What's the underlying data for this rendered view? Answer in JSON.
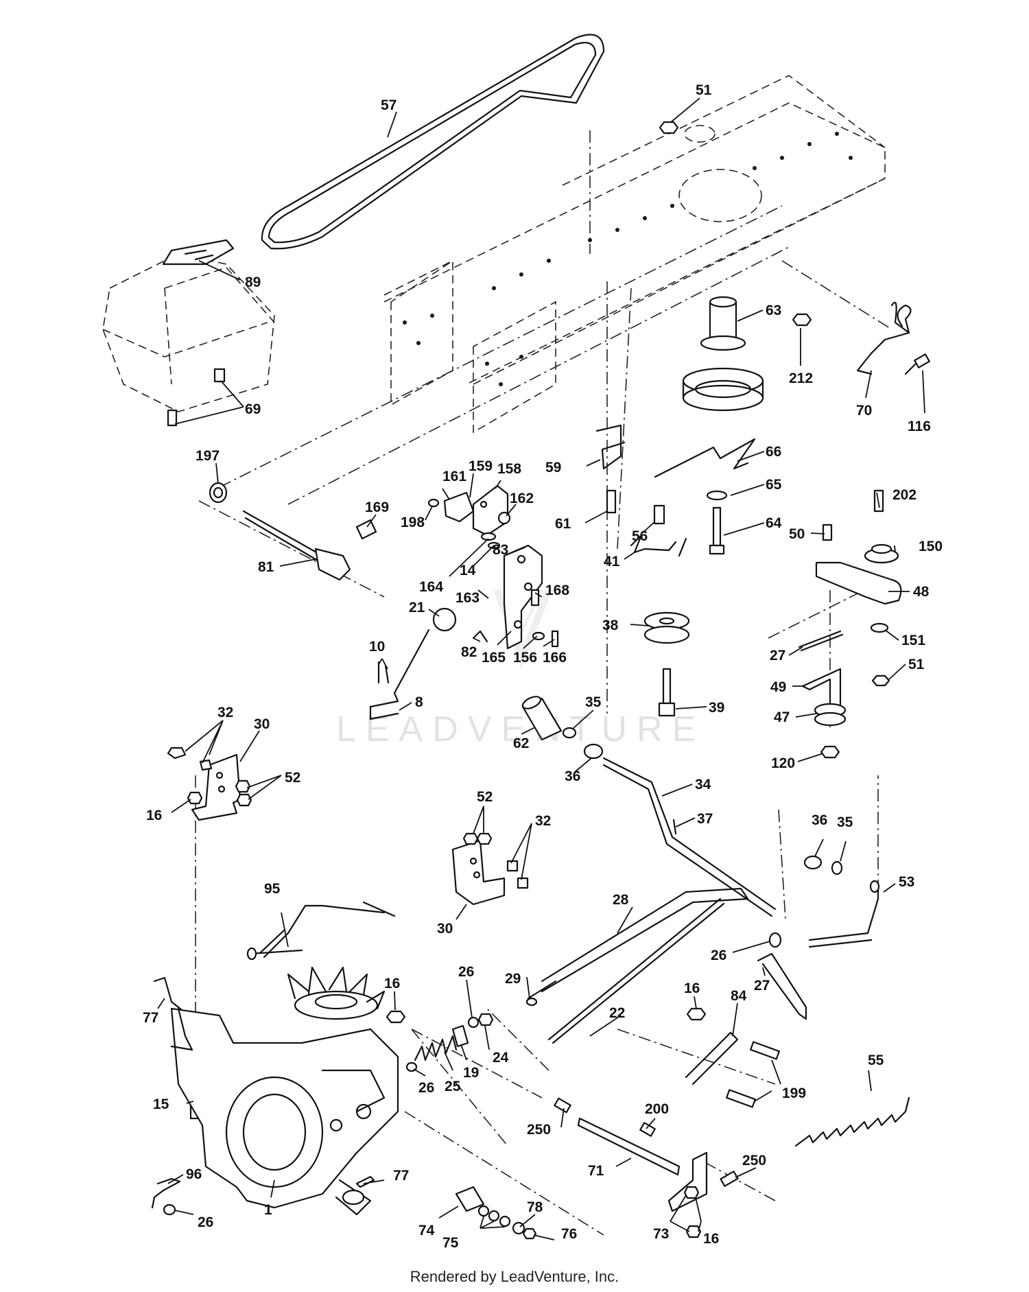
{
  "watermark": "LEADVENTURE",
  "footer": "Rendered by LeadVenture, Inc.",
  "callouts": {
    "c1": "1",
    "c8": "8",
    "c10": "10",
    "c14": "14",
    "c15": "15",
    "c16a": "16",
    "c16b": "16",
    "c16c": "16",
    "c16d": "16",
    "c19": "19",
    "c21": "21",
    "c22": "22",
    "c24": "24",
    "c25": "25",
    "c26a": "26",
    "c26b": "26",
    "c26c": "26",
    "c26d": "26",
    "c27a": "27",
    "c27b": "27",
    "c28": "28",
    "c29": "29",
    "c30a": "30",
    "c30b": "30",
    "c32a": "32",
    "c32b": "32",
    "c34": "34",
    "c35a": "35",
    "c35b": "35",
    "c36a": "36",
    "c36b": "36",
    "c37": "37",
    "c38": "38",
    "c39": "39",
    "c41": "41",
    "c47": "47",
    "c48": "48",
    "c49": "49",
    "c50": "50",
    "c51a": "51",
    "c51b": "51",
    "c52a": "52",
    "c52b": "52",
    "c53": "53",
    "c55": "55",
    "c56": "56",
    "c57": "57",
    "c59": "59",
    "c61": "61",
    "c62": "62",
    "c63": "63",
    "c64": "64",
    "c65": "65",
    "c66": "66",
    "c69": "69",
    "c70": "70",
    "c71": "71",
    "c73": "73",
    "c74": "74",
    "c75": "75",
    "c76": "76",
    "c77a": "77",
    "c77b": "77",
    "c78": "78",
    "c81": "81",
    "c82": "82",
    "c83": "83",
    "c84": "84",
    "c89": "89",
    "c95": "95",
    "c96": "96",
    "c116": "116",
    "c120": "120",
    "c150": "150",
    "c151": "151",
    "c156": "156",
    "c158": "158",
    "c159": "159",
    "c161": "161",
    "c162": "162",
    "c163": "163",
    "c164": "164",
    "c165": "165",
    "c166": "166",
    "c168": "168",
    "c169": "169",
    "c197": "197",
    "c198": "198",
    "c199": "199",
    "c200": "200",
    "c202": "202",
    "c212": "212",
    "c250a": "250",
    "c250b": "250"
  }
}
